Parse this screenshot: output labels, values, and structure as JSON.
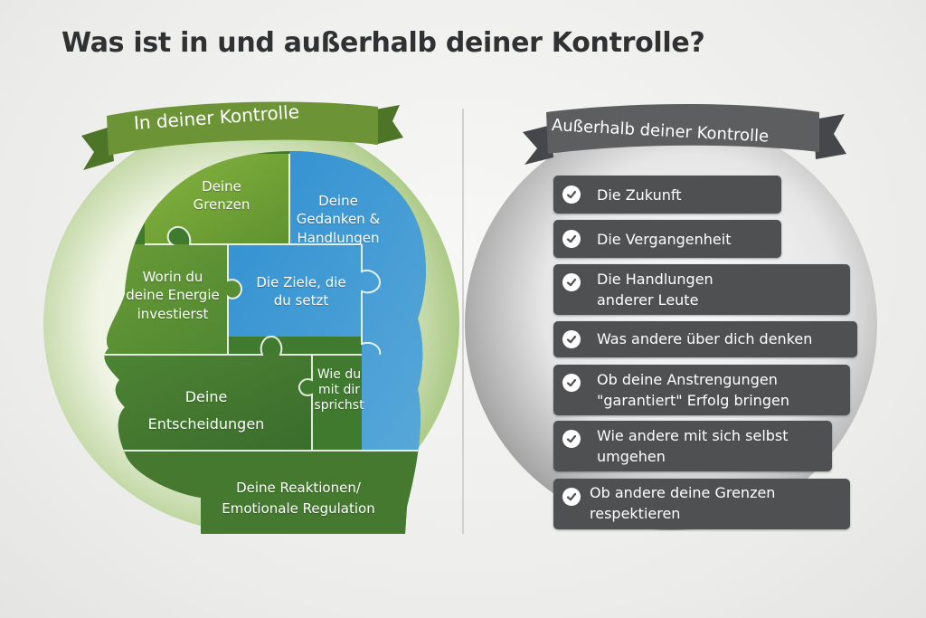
{
  "title": "Was ist in und außerhalb deiner Kontrolle?",
  "in_control": {
    "heading": "In deiner Kontrolle",
    "items": [
      "Deine Grenzen",
      "Deine Gedanken & Handlungen",
      "Worin du deine Energie investierst",
      "Die Ziele, die du setzt",
      "Deine Entscheidungen",
      "Wie du mit dir sprichst",
      "Deine Reaktionen/ Emotionale Regulation"
    ]
  },
  "out_of_control": {
    "heading": "Außerhalb deiner Kontrolle",
    "items": [
      "Die Zukunft",
      "Die Vergangenheit",
      "Die Handlungen anderer Leute",
      "Was andere über dich denken",
      "Ob deine Anstrengungen \"garantiert\" Erfolg bringen",
      "Wie andere mit sich selbst umgehen",
      "Ob andere deine Grenzen respektieren"
    ]
  },
  "colors": {
    "green_banner": "#6c9437",
    "gray_banner": "#5d5e60",
    "item_bg": "#4f5052",
    "blue_piece": "#3f95cd",
    "green_piece": "#6f9f3a",
    "dark_green_piece": "#487a33"
  }
}
